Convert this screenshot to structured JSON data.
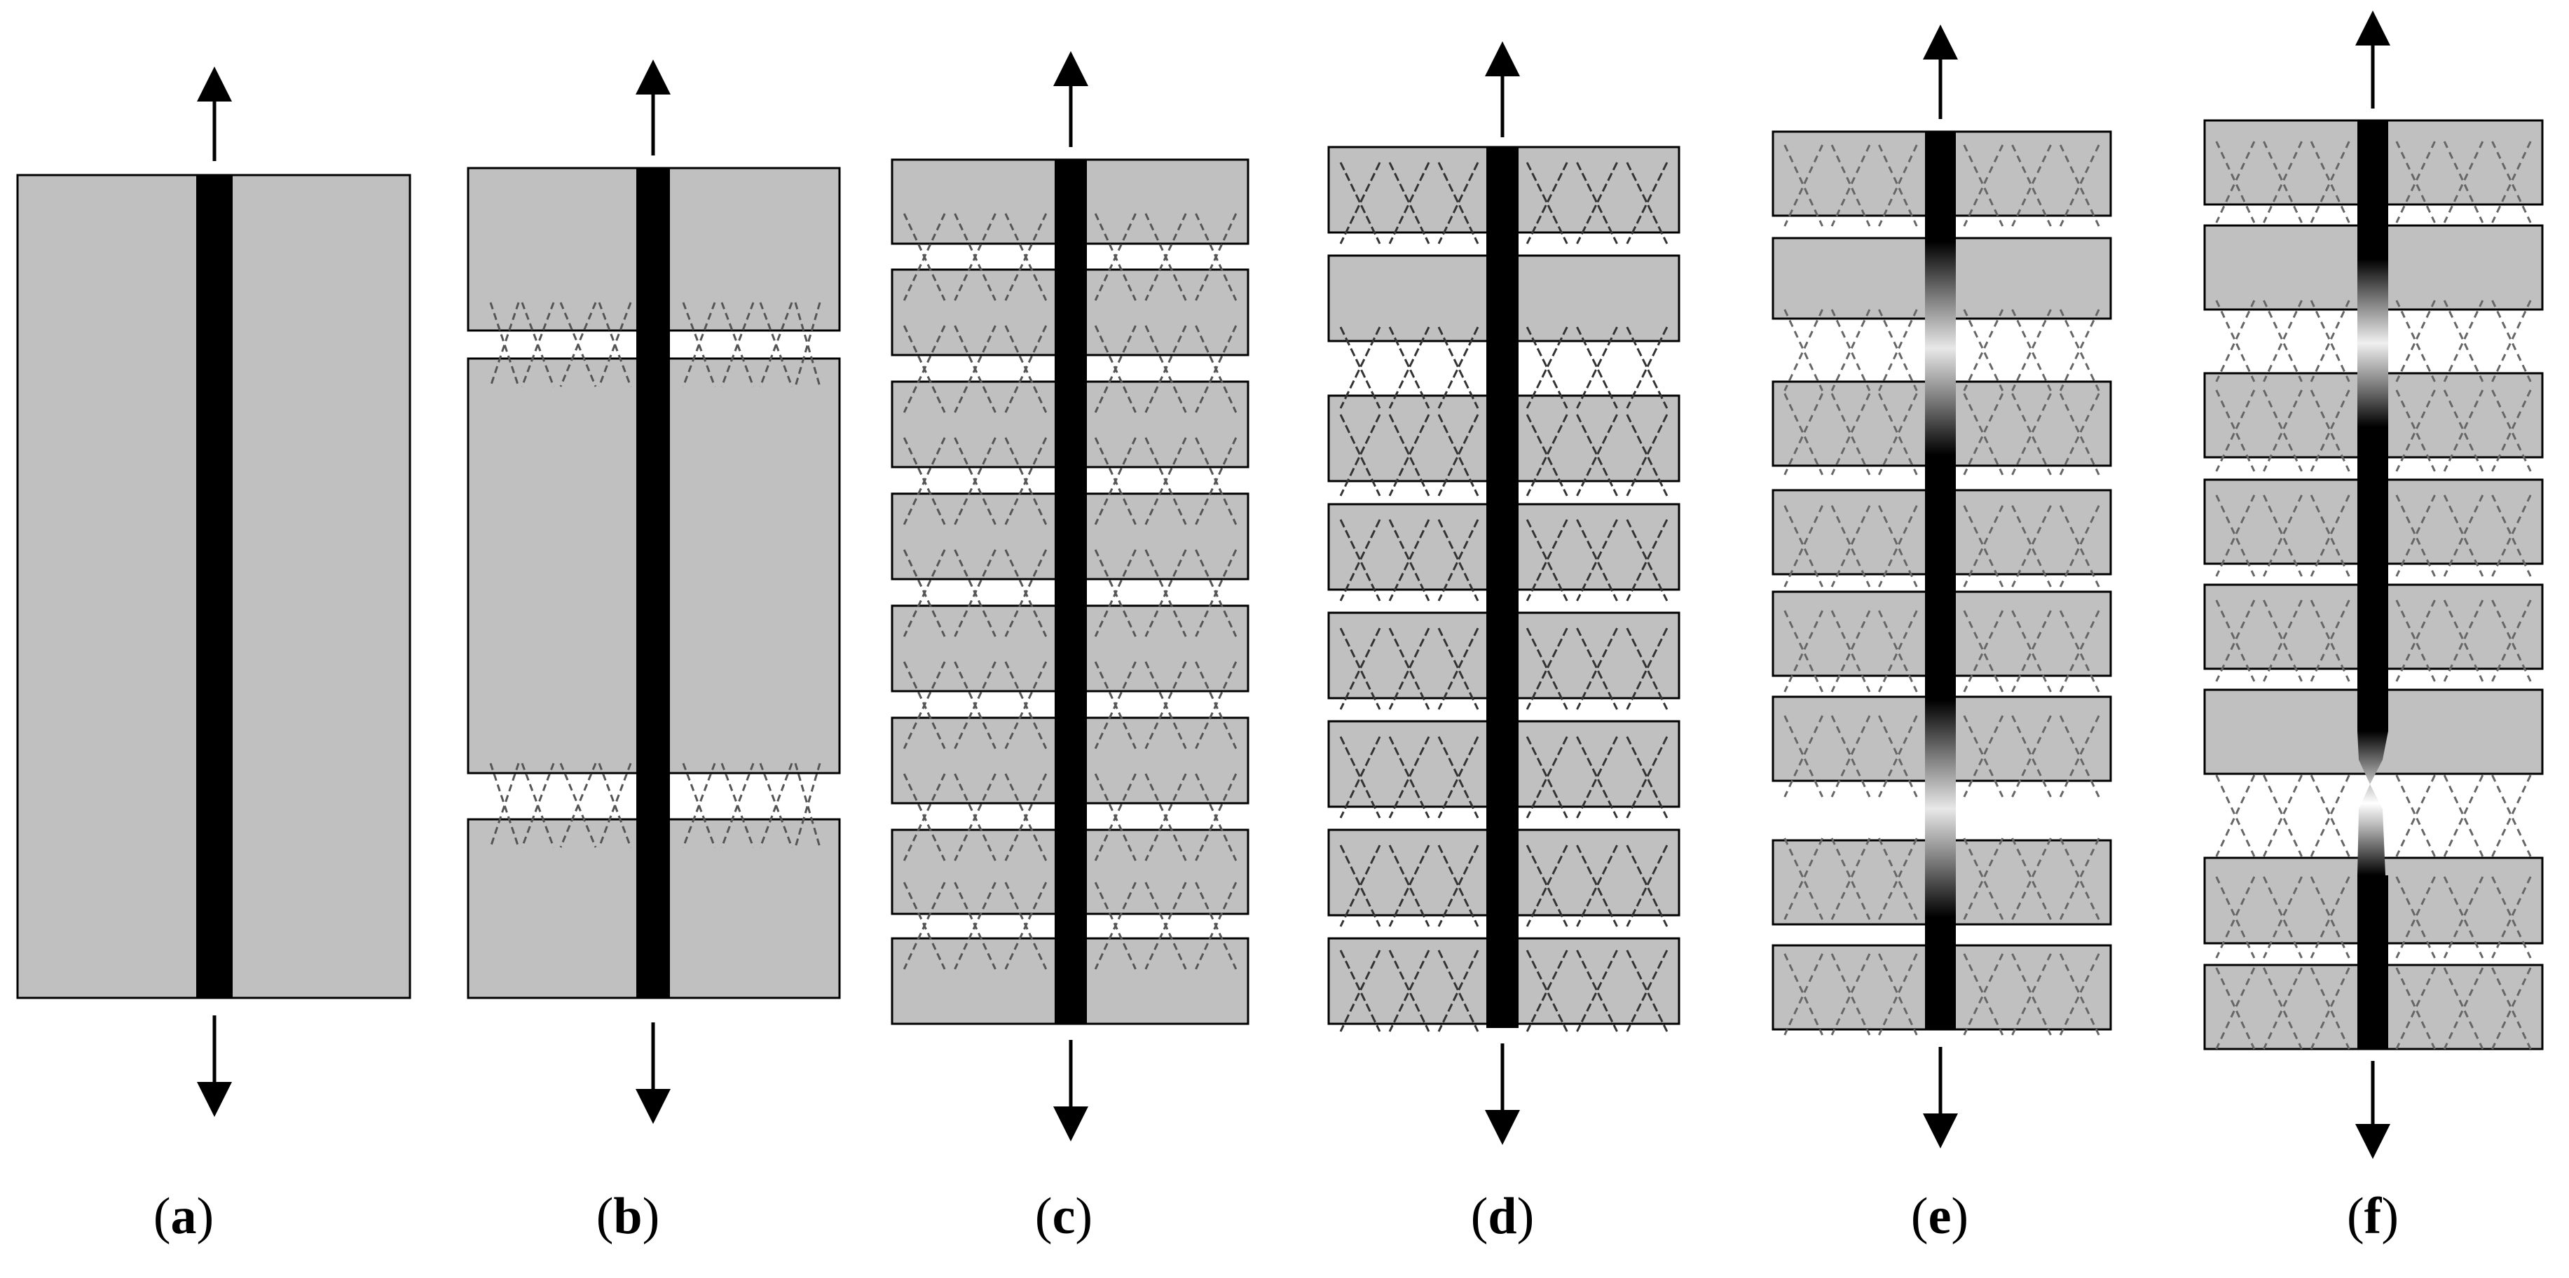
{
  "figure": {
    "panels": [
      {
        "id": "a",
        "label": "a"
      },
      {
        "id": "b",
        "label": "b"
      },
      {
        "id": "c",
        "label": "c"
      },
      {
        "id": "d",
        "label": "d"
      },
      {
        "id": "e",
        "label": "e"
      },
      {
        "id": "f",
        "label": "f"
      }
    ]
  },
  "colors": {
    "block": "#c0c0c0",
    "bar": "#000000",
    "crack": "#555555",
    "outline": "#000000"
  }
}
